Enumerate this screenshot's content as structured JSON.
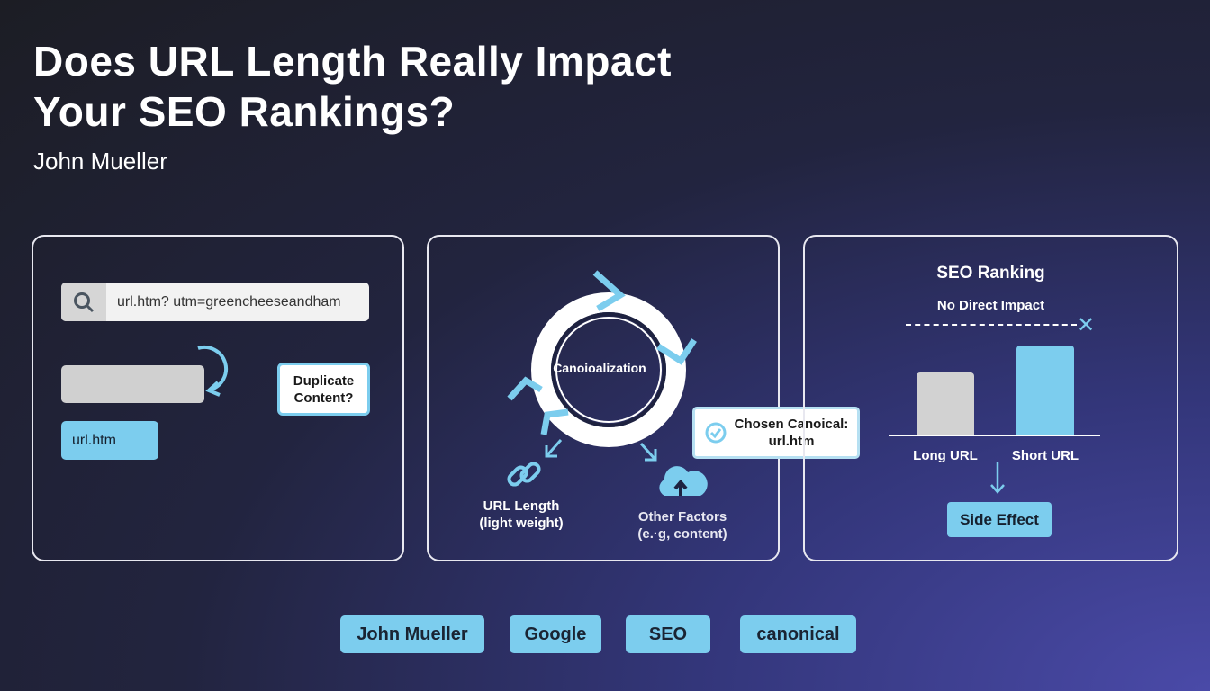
{
  "header": {
    "title_line1": "Does URL Length Really Impact",
    "title_line2": "Your SEO Rankings?",
    "author": "John Mueller"
  },
  "panel1": {
    "search_value": "url.htm? utm=greencheeseandham",
    "short_url": "url.htm",
    "duplicate_label": "Duplicate Content?"
  },
  "panel2": {
    "center_label": "Canoioalization",
    "chosen_label": "Chosen Canoical:",
    "chosen_value": "url.htm",
    "url_length_label": "URL Length",
    "url_length_sub": "(light weight)",
    "other_label": "Other Factors",
    "other_sub": "(e.·g, content)"
  },
  "panel3": {
    "title": "SEO Ranking",
    "no_impact": "No Direct Impact",
    "bar_labels": [
      "Long URL",
      "Short URL"
    ],
    "side_effect": "Side Effect"
  },
  "tags": [
    "John Mueller",
    "Google",
    "SEO",
    "canonical"
  ],
  "colors": {
    "accent": "#7ccdee",
    "bar_gray": "#d2d2d2"
  }
}
